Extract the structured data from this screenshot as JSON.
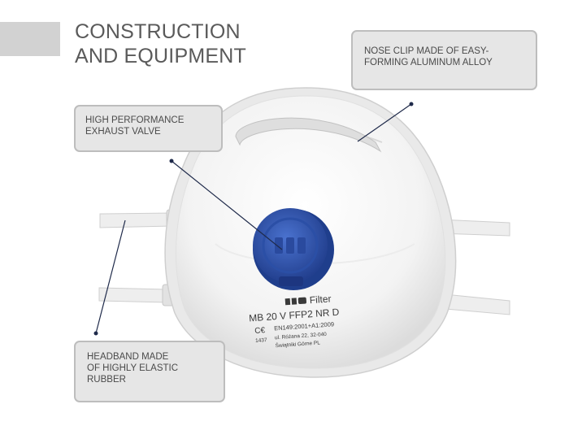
{
  "heading": {
    "line1": "CONSTRUCTION",
    "line2": "AND EQUIPMENT"
  },
  "callouts": {
    "nose_clip": {
      "line1": "NOSE CLIP MADE OF EASY-",
      "line2": "FORMING ALUMINUM ALLOY"
    },
    "exhaust_valve": {
      "line1": "HIGH PERFORMANCE",
      "line2": "EXHAUST VALVE"
    },
    "headband": {
      "line1": "HEADBAND MADE",
      "line2": "OF HIGHLY ELASTIC",
      "line3": "RUBBER"
    }
  },
  "mask_print": {
    "brand": "Filter",
    "model": "MB 20 V FFP2 NR D",
    "standard": "EN149:2001+A1:2009",
    "address": "ul. Różana 22, 32-040",
    "city": "Świątniki Górne PL",
    "code": "1437"
  },
  "colors": {
    "valve": "#2f56b3",
    "callout_bg": "#e6e6e6",
    "callout_border": "#bdbdbd",
    "leader_line": "#1f2a4a"
  }
}
